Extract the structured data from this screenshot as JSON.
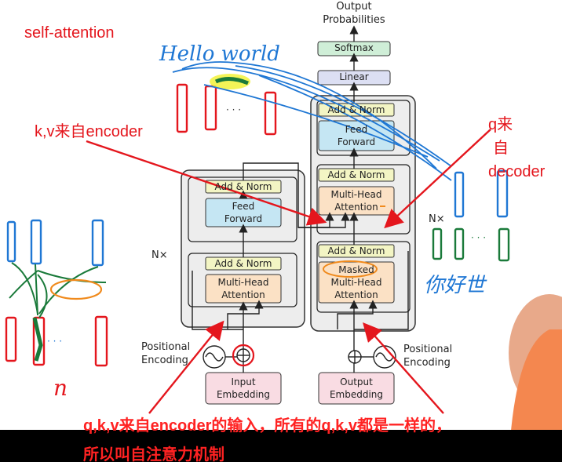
{
  "colors": {
    "annotation_red": "#e4161d",
    "ink_blue": "#1f77d4",
    "ink_green": "#1a7a3a",
    "highlight_yellow": "#f2f23a",
    "highlight_orange": "#f08a1c",
    "block_gray": "#ededed",
    "addnorm_yellow": "#f3f5c4",
    "feedforward_blue": "#c5e6f3",
    "attention_orange": "#fbe1c5",
    "embedding_pink": "#f9dce3",
    "softmax_green": "#cfeed7",
    "linear_purple": "#dcdff3",
    "subtitle_bg": "#000000"
  },
  "diagram": {
    "output_probabilities": [
      "Output",
      "Probabilities"
    ],
    "softmax": "Softmax",
    "linear": "Linear",
    "encoder": {
      "add_norm_top": "Add & Norm",
      "feed_forward": [
        "Feed",
        "Forward"
      ],
      "add_norm_bottom": "Add & Norm",
      "multi_head": [
        "Multi-Head",
        "Attention"
      ],
      "nx": "N×"
    },
    "decoder": {
      "add_norm_top": "Add & Norm",
      "feed_forward": [
        "Feed",
        "Forward"
      ],
      "add_norm_mid": "Add & Norm",
      "multi_head": [
        "Multi-Head",
        "Attention"
      ],
      "add_norm_bottom": "Add & Norm",
      "masked": [
        "Masked",
        "Multi-Head",
        "Attention"
      ],
      "nx": "N×"
    },
    "positional_left": [
      "Positional",
      "Encoding"
    ],
    "positional_right": [
      "Positional",
      "Encoding"
    ],
    "input_embedding": [
      "Input",
      "Embedding"
    ],
    "output_embedding": [
      "Output",
      "Embedding"
    ]
  },
  "annotations": {
    "self_attention": "self-attention",
    "kv_from_encoder": "k,v来自encoder",
    "q_from_decoder": [
      "q来",
      "自",
      "decoder"
    ],
    "hello_world": "Hello world",
    "ni_hao_shi": "你好世",
    "n_mark": "n",
    "dots": "· · ·"
  },
  "subtitle": {
    "line1": "q,k,v来自encoder的输入，所有的q,k,v都是一样的，",
    "line2": "所以叫自注意力机制"
  }
}
